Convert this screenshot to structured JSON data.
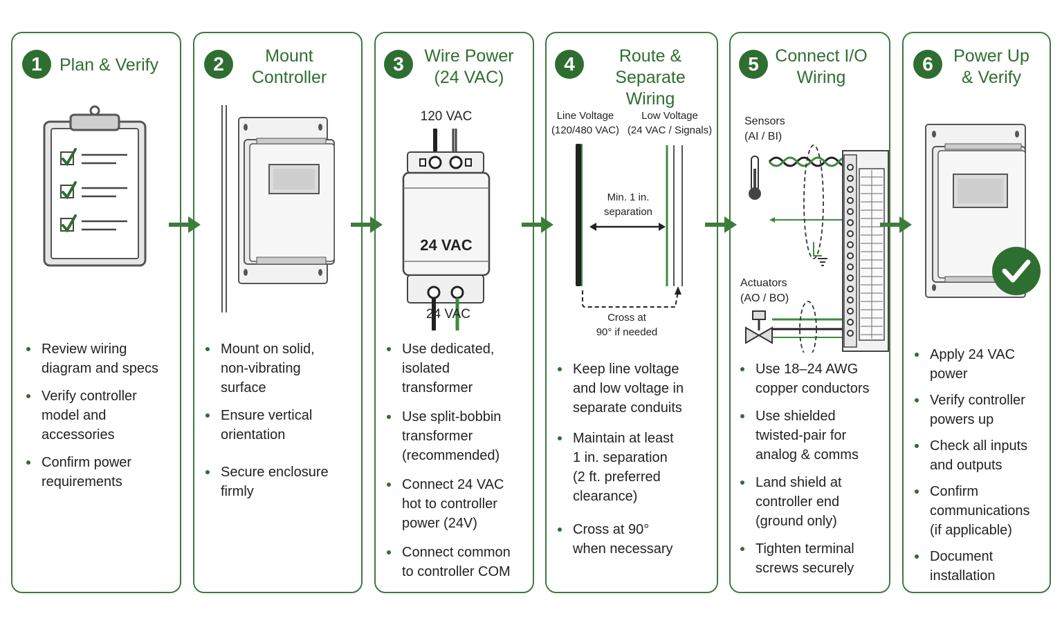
{
  "steps": [
    {
      "number": "1",
      "title_lines": [
        "Plan & Verify"
      ],
      "bullets": [
        {
          "lines": [
            "Review wiring",
            "diagram and specs"
          ]
        },
        {
          "lines": [
            "Verify controller",
            "model and",
            "accessories"
          ]
        },
        {
          "lines": [
            "Confirm power",
            "requirements"
          ]
        }
      ]
    },
    {
      "number": "2",
      "title_lines": [
        "Mount",
        "Controller"
      ],
      "bullets": [
        {
          "lines": [
            "Mount on solid,",
            "non-vibrating",
            "surface"
          ]
        },
        {
          "lines": [
            "Ensure vertical",
            "orientation"
          ]
        },
        {
          "lines": [
            "Secure enclosure",
            "firmly"
          ]
        }
      ]
    },
    {
      "number": "3",
      "title_lines": [
        "Wire Power",
        "(24 VAC)"
      ],
      "bullets": [
        {
          "lines": [
            "Use dedicated,",
            "isolated",
            "transformer"
          ]
        },
        {
          "lines": [
            "Use split-bobbin",
            "transformer",
            "(recommended)"
          ]
        },
        {
          "lines": [
            "Connect 24 VAC",
            "hot to controller",
            "power (24V)"
          ]
        },
        {
          "lines": [
            "Connect common",
            "to controller COM"
          ]
        }
      ],
      "diagram": {
        "top_label": "120 VAC",
        "center_label": "24 VAC",
        "bottom_label": "24 VAC"
      }
    },
    {
      "number": "4",
      "title_lines": [
        "Route & Separate",
        "Wiring"
      ],
      "bullets": [
        {
          "lines": [
            "Keep line voltage",
            "and low voltage in",
            "separate conduits"
          ]
        },
        {
          "lines": [
            "Maintain at least",
            "1 in. separation",
            "(2 ft. preferred",
            "clearance)"
          ]
        },
        {
          "lines": [
            "Cross at 90°",
            "when necessary"
          ]
        }
      ],
      "diagram": {
        "line_label": [
          "Line Voltage",
          "(120/480 VAC)"
        ],
        "low_label": [
          "Low Voltage",
          "(24 VAC / Signals)"
        ],
        "sep_label": [
          "Min. 1 in.",
          "separation"
        ],
        "cross_label": [
          "Cross at",
          "90° if needed"
        ]
      }
    },
    {
      "number": "5",
      "title_lines": [
        "Connect I/O",
        "Wiring"
      ],
      "bullets": [
        {
          "lines": [
            "Use 18–24 AWG",
            "copper conductors"
          ]
        },
        {
          "lines": [
            "Use shielded",
            "twisted-pair for",
            "analog & comms"
          ]
        },
        {
          "lines": [
            "Land shield at",
            "controller end",
            "(ground only)"
          ]
        },
        {
          "lines": [
            "Tighten terminal",
            "screws securely"
          ]
        }
      ],
      "diagram": {
        "sensors_label": [
          "Sensors",
          "(AI / BI)"
        ],
        "actuators_label": [
          "Actuators",
          "(AO / BO)"
        ]
      }
    },
    {
      "number": "6",
      "title_lines": [
        "Power Up",
        "& Verify"
      ],
      "bullets": [
        {
          "lines": [
            "Apply 24 VAC",
            "power"
          ]
        },
        {
          "lines": [
            "Verify controller",
            "powers up"
          ]
        },
        {
          "lines": [
            "Check all inputs",
            "and outputs"
          ]
        },
        {
          "lines": [
            "Confirm",
            "communications",
            "(if applicable)"
          ]
        },
        {
          "lines": [
            "Document",
            "installation"
          ]
        }
      ]
    }
  ],
  "colors": {
    "accent": "#2f6e31",
    "border": "#3c7a3c",
    "arrow": "#3b7d3b",
    "wire_green": "#3d8a3d"
  },
  "icons": [
    "clipboard-checklist-icon",
    "controller-enclosure-icon",
    "transformer-icon",
    "wire-separation-icon",
    "io-terminal-icon",
    "checkmark-circle-icon",
    "right-arrow-icon"
  ]
}
